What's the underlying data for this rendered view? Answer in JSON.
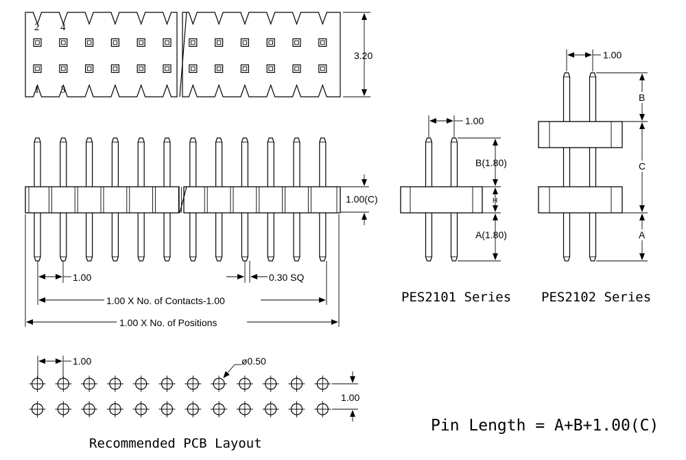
{
  "top_view": {
    "pin_labels": {
      "top_left_a": "2",
      "top_left_b": "4",
      "bottom_left_a": "1",
      "bottom_left_b": "3"
    },
    "height_dim": "3.20"
  },
  "side_view": {
    "height_dim": "1.00(C)",
    "pitch_dim": "1.00",
    "pin_size_dim": "0.30 SQ",
    "contacts_dim": "1.00 X No. of Contacts-1.00",
    "positions_dim": "1.00 X No. of Positions"
  },
  "pes2101": {
    "pitch_dim": "1.00",
    "b_dim": "B(1.80)",
    "h_dim": "H",
    "a_dim": "A(1.80)",
    "caption": "PES2101 Series"
  },
  "pes2102": {
    "pitch_dim": "1.00",
    "b_dim": "B",
    "c_dim": "C",
    "a_dim": "A",
    "caption": "PES2102 Series"
  },
  "pcb": {
    "pitch_dim": "1.00",
    "hole_dim": "ø0.50",
    "row_dim": "1.00",
    "caption": "Recommended PCB Layout"
  },
  "formula": "Pin Length = A+B+1.00(C)"
}
